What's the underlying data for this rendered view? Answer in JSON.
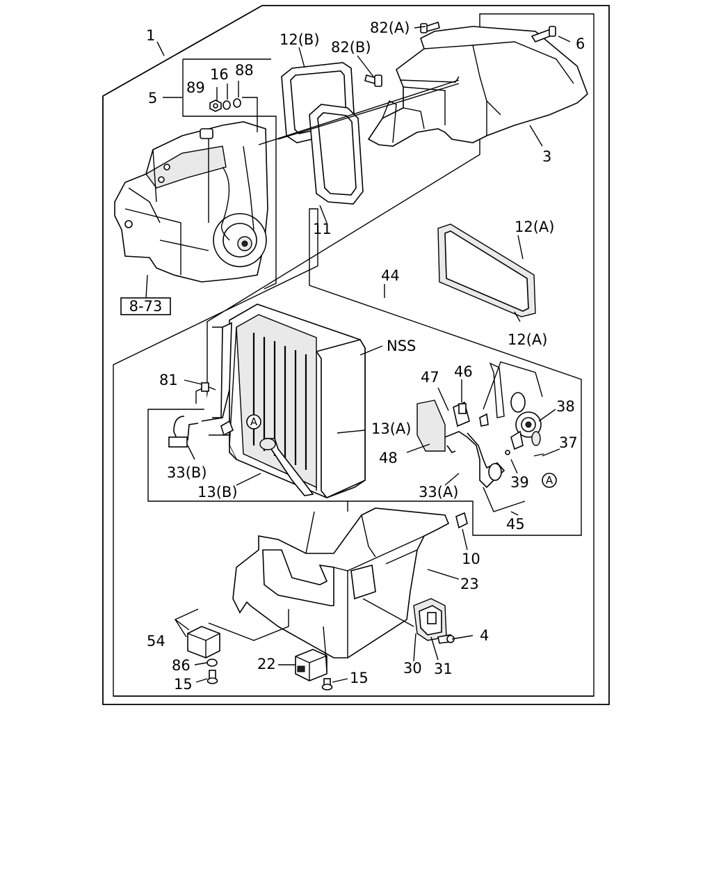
{
  "labels": {
    "l1": "1",
    "l5": "5",
    "l89": "89",
    "l16": "16",
    "l88": "88",
    "l12b": "12(B)",
    "l82b": "82(B)",
    "l82a": "82(A)",
    "l6": "6",
    "l3": "3",
    "l11": "11",
    "l873": "8-73",
    "l12a_top": "12(A)",
    "l44": "44",
    "l12a_bot": "12(A)",
    "lnss": "NSS",
    "l81": "81",
    "l47": "47",
    "l46": "46",
    "l38": "38",
    "l13a": "13(A)",
    "l37": "37",
    "l48": "48",
    "l33b": "33(B)",
    "l39": "39",
    "l13b": "13(B)",
    "l33a": "33(A)",
    "l45": "45",
    "l10": "10",
    "l23": "23",
    "l54": "54",
    "l4": "4",
    "l22": "22",
    "l86": "86",
    "l30": "30",
    "l31": "31",
    "l15a": "15",
    "l15b": "15",
    "callout_a1": "A",
    "callout_a2": "A"
  }
}
